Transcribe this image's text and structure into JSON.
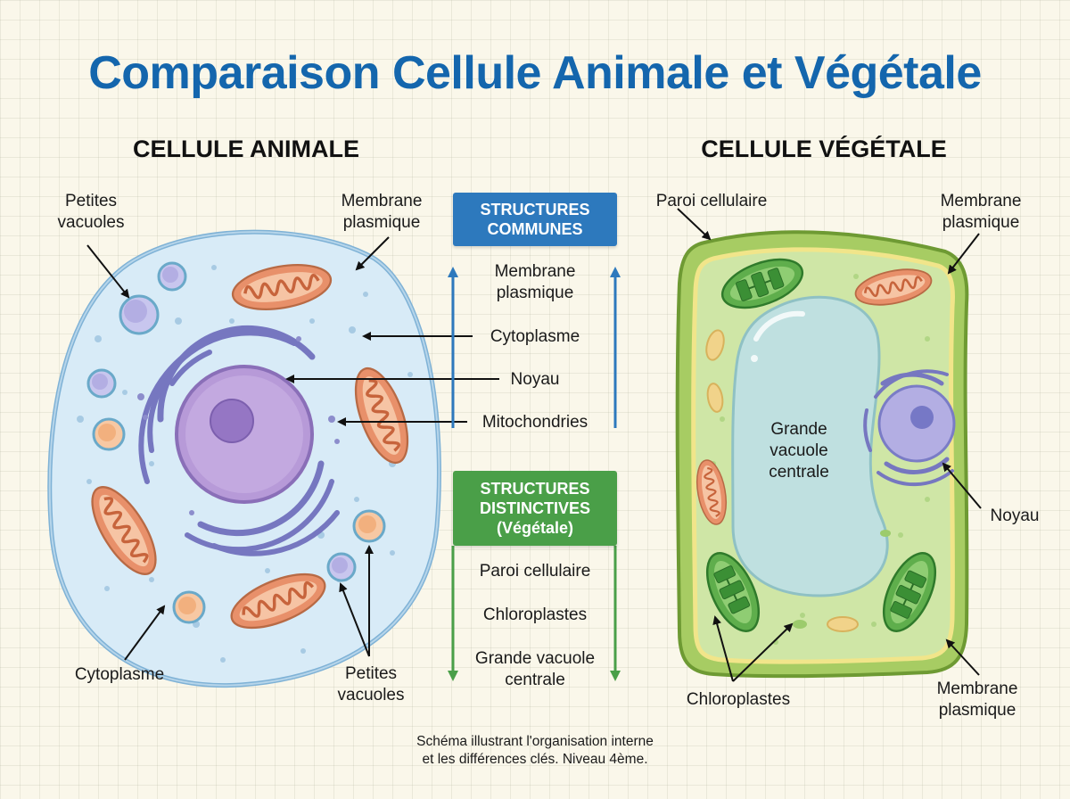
{
  "title": "Comparaison Cellule Animale et Végétale",
  "animal": {
    "heading": "CELLULE ANIMALE",
    "labels": {
      "petites_vacuoles_top": "Petites\nvacuoles",
      "membrane": "Membrane\nplasmique",
      "cytoplasme": "Cytoplasme",
      "petites_vacuoles_bottom": "Petites\nvacuoles"
    }
  },
  "plant": {
    "heading": "CELLULE VÉGÉTALE",
    "labels": {
      "paroi": "Paroi cellulaire",
      "membrane_top": "Membrane\nplasmique",
      "grande_vacuole": "Grande\nvacuole\ncentrale",
      "noyau": "Noyau",
      "chloroplastes": "Chloroplastes",
      "membrane_bottom": "Membrane\nplasmique"
    }
  },
  "common": {
    "title": "STRUCTURES\nCOMMUNES",
    "items": [
      "Membrane\nplasmique",
      "Cytoplasme",
      "Noyau",
      "Mitochondries"
    ]
  },
  "distinct": {
    "title": "STRUCTURES\nDISTINCTIVES\n(Végétale)",
    "items": [
      "Paroi cellulaire",
      "Chloroplastes",
      "Grande vacuole\ncentrale"
    ]
  },
  "caption": "Schéma illustrant l'organisation interne\net les différences clés. Niveau 4ème.",
  "colors": {
    "title": "#1466ad",
    "common_box": "#2d79bd",
    "distinct_box": "#4a9f48",
    "animal_cytoplasm": "#d8ebf7",
    "animal_membrane": "#7fb2d6",
    "nucleus": "#b79ad8",
    "er": "#7677c0",
    "mitochondria": "#e8906a",
    "plant_wall": "#a7cc63",
    "plant_cytoplasm": "#cfe6a6",
    "central_vacuole": "#bfe0e0",
    "chloroplast": "#5fae4c"
  }
}
